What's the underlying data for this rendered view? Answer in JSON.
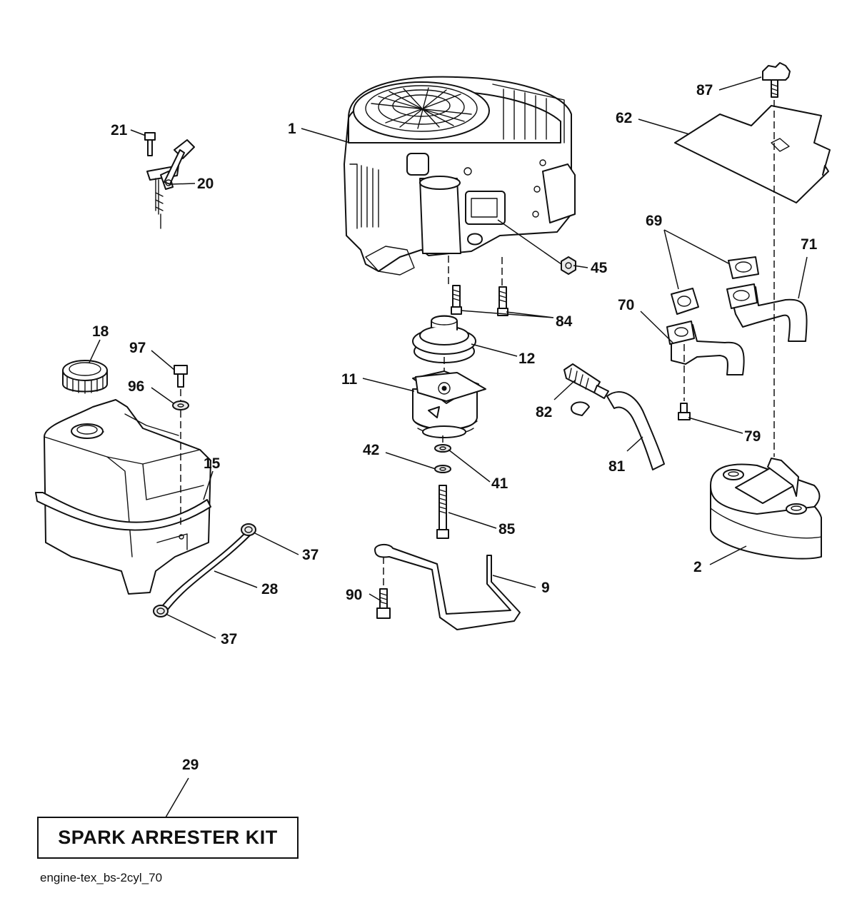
{
  "callouts": {
    "c1": "1",
    "c2": "2",
    "c9": "9",
    "c11": "11",
    "c12": "12",
    "c15": "15",
    "c18": "18",
    "c20": "20",
    "c21": "21",
    "c28": "28",
    "c29": "29",
    "c37a": "37",
    "c37b": "37",
    "c41": "41",
    "c42": "42",
    "c45": "45",
    "c62": "62",
    "c69": "69",
    "c70": "70",
    "c71": "71",
    "c79": "79",
    "c81": "81",
    "c82": "82",
    "c84": "84",
    "c85": "85",
    "c87": "87",
    "c90": "90",
    "c96": "96",
    "c97": "97"
  },
  "kit": {
    "label": "SPARK ARRESTER KIT"
  },
  "footer": {
    "code": "engine-tex_bs-2cyl_70"
  },
  "colors": {
    "line": "#111111",
    "background": "#ffffff"
  }
}
